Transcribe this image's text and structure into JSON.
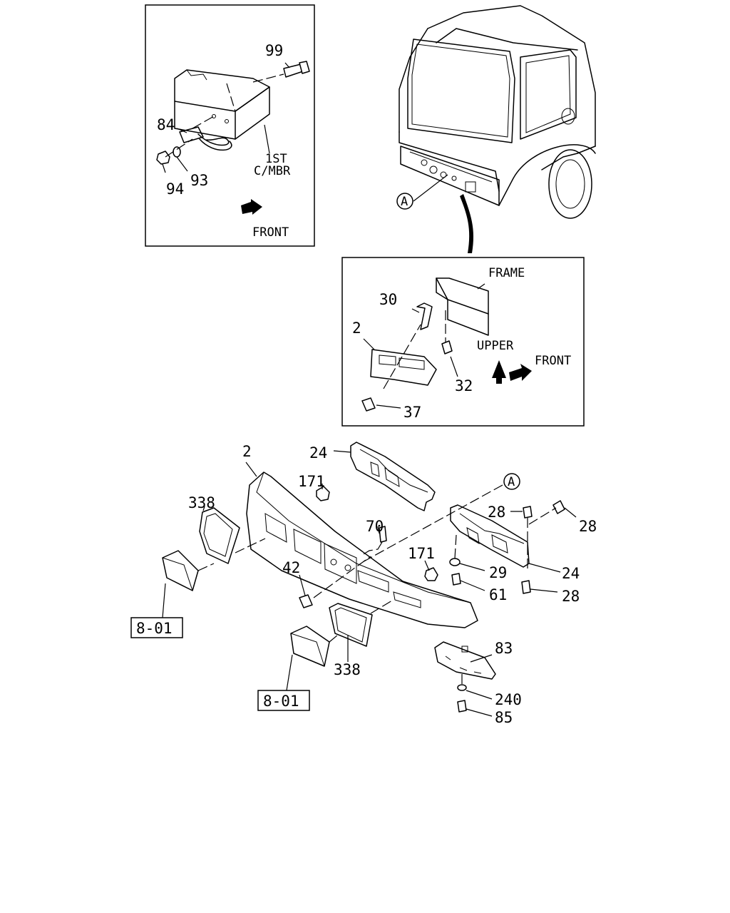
{
  "inset_top_left": {
    "callouts": [
      "99",
      "84",
      "94",
      "93"
    ],
    "text_1st": "1ST",
    "text_cmbr": "C/MBR",
    "text_front": "FRONT"
  },
  "inset_bracket": {
    "callouts": [
      "30",
      "2",
      "32",
      "37"
    ],
    "text_frame": "FRAME",
    "text_upper": "UPPER",
    "text_front": "FRONT"
  },
  "view_ref": "A",
  "main": {
    "callouts": {
      "c2": "2",
      "c24a": "24",
      "c171a": "171",
      "c338a": "338",
      "c70": "70",
      "c28a": "28",
      "c28b": "28",
      "c171b": "171",
      "c42": "42",
      "c29": "29",
      "c24b": "24",
      "c61": "61",
      "c28c": "28",
      "c83": "83",
      "c338b": "338",
      "c240": "240",
      "c85": "85"
    },
    "refs": [
      "8-01",
      "8-01"
    ]
  }
}
